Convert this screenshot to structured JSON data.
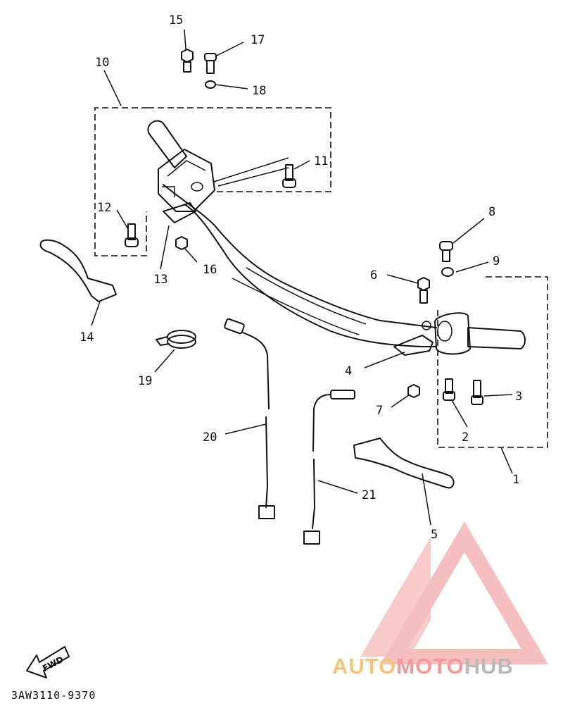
{
  "callouts": [
    {
      "id": "1",
      "label": "1"
    },
    {
      "id": "2",
      "label": "2"
    },
    {
      "id": "3",
      "label": "3"
    },
    {
      "id": "4",
      "label": "4"
    },
    {
      "id": "5",
      "label": "5"
    },
    {
      "id": "6",
      "label": "6"
    },
    {
      "id": "7",
      "label": "7"
    },
    {
      "id": "8",
      "label": "8"
    },
    {
      "id": "9",
      "label": "9"
    },
    {
      "id": "10",
      "label": "10"
    },
    {
      "id": "11",
      "label": "11"
    },
    {
      "id": "12",
      "label": "12"
    },
    {
      "id": "13",
      "label": "13"
    },
    {
      "id": "14",
      "label": "14"
    },
    {
      "id": "15",
      "label": "15"
    },
    {
      "id": "16",
      "label": "16"
    },
    {
      "id": "17",
      "label": "17"
    },
    {
      "id": "18",
      "label": "18"
    },
    {
      "id": "19",
      "label": "19"
    },
    {
      "id": "20",
      "label": "20"
    },
    {
      "id": "21",
      "label": "21"
    }
  ],
  "fwd_label": "FWD",
  "diagram_code": "3AW3110-9370",
  "watermark": {
    "part1": "AUTO",
    "part2": "MOTO",
    "part3": "HUB",
    "colors": {
      "part1": "#f6c37a",
      "part2": "#f29a9a",
      "part3": "#b9b9b9",
      "logo": "#f4a0a0"
    }
  }
}
